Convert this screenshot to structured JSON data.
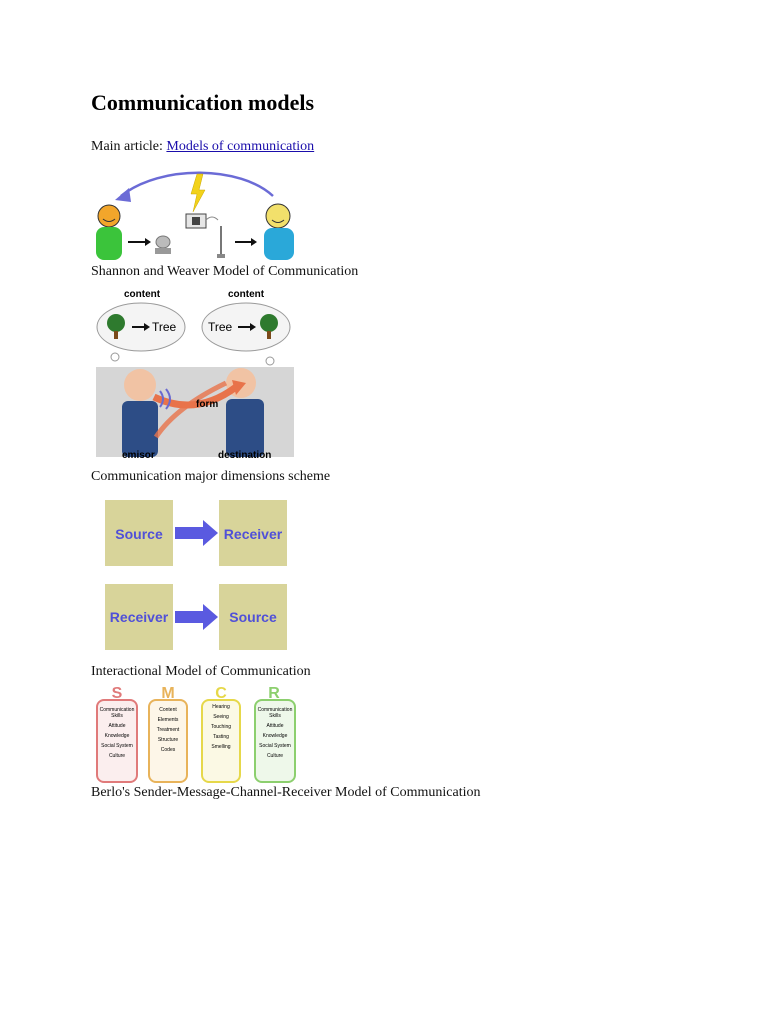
{
  "heading": "Communication models",
  "main_article": {
    "prefix": "Main article:",
    "link": "Models of communication"
  },
  "figures": [
    {
      "caption": "Shannon and Weaver Model of Communication"
    },
    {
      "caption": "Communication major dimensions scheme",
      "labels": {
        "content_left": "content",
        "content_right": "content",
        "tree_left": "Tree",
        "tree_right": "Tree",
        "form": "form",
        "emisor": "emisor",
        "destination": "destination"
      }
    },
    {
      "caption": "Interactional Model of Communication",
      "rows": [
        {
          "left": "Source",
          "right": "Receiver"
        },
        {
          "left": "Receiver",
          "right": "Source"
        }
      ]
    },
    {
      "caption": "Berlo's Sender-Message-Channel-Receiver Model of Communication",
      "columns": [
        {
          "letter": "S",
          "color": "#e07a7a",
          "items": [
            "Communication",
            "Skills",
            "Attitude",
            "Knowledge",
            "Social System",
            "Culture"
          ]
        },
        {
          "letter": "M",
          "color": "#e8b35a",
          "items": [
            "Content",
            "Elements",
            "Treatment",
            "Structure",
            "Codes"
          ]
        },
        {
          "letter": "C",
          "color": "#e6d84a",
          "items": [
            "Hearing",
            "Seeing",
            "Touching",
            "Tasting",
            "Smelling"
          ]
        },
        {
          "letter": "R",
          "color": "#8ccf6e",
          "items": [
            "Communication",
            "Skills",
            "Attitude",
            "Knowledge",
            "Social System",
            "Culture"
          ]
        }
      ]
    }
  ]
}
